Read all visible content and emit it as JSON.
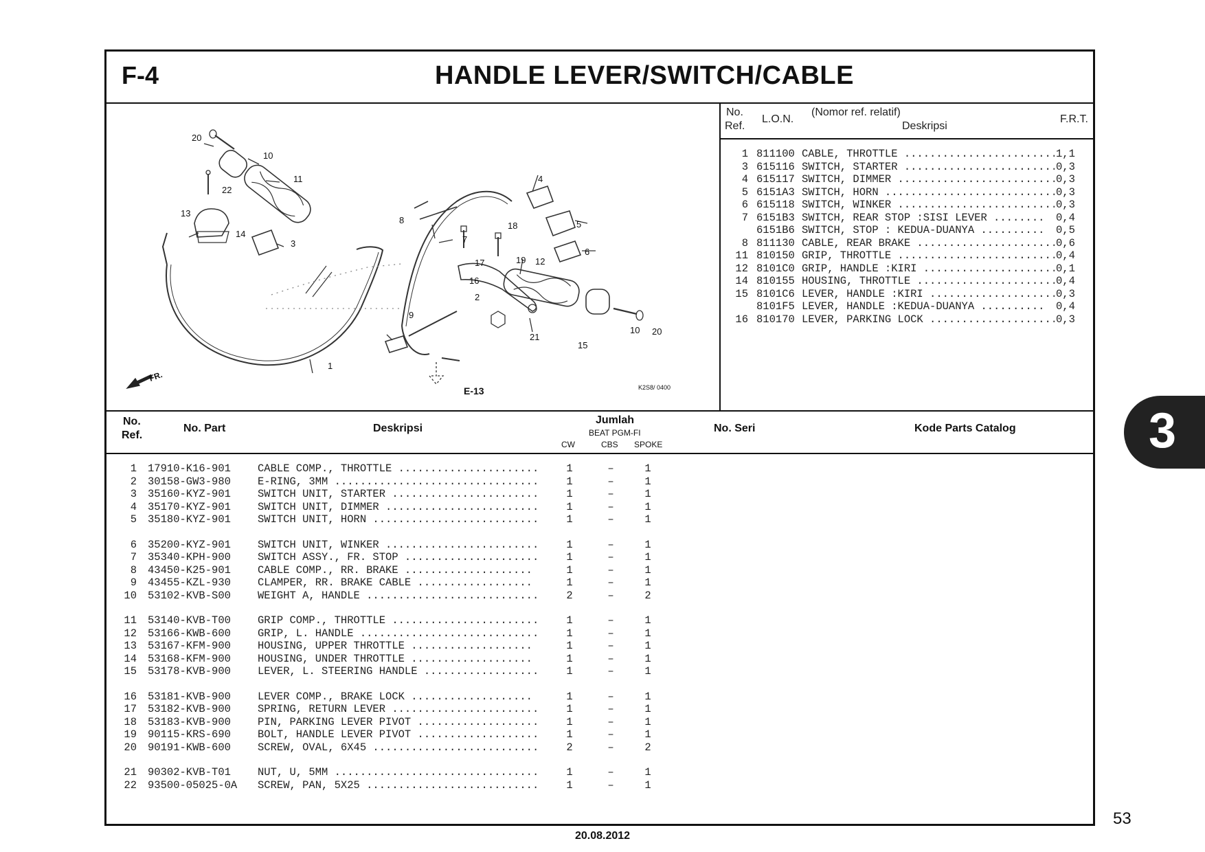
{
  "header": {
    "section_code": "F-4",
    "title": "HANDLE LEVER/SWITCH/CABLE"
  },
  "diagram": {
    "callouts": [
      "1",
      "2",
      "3",
      "4",
      "5",
      "6",
      "7",
      "8",
      "9",
      "10",
      "11",
      "12",
      "13",
      "14",
      "15",
      "16",
      "17",
      "18",
      "19",
      "20",
      "21",
      "22",
      "10",
      "20"
    ],
    "fr_label": "FR.",
    "ref_label": "E-13",
    "figure_code": "K2S8/ 0400"
  },
  "frt_table": {
    "headers": {
      "no": "No.",
      "ref": "Ref.",
      "lon": "L.O.N.",
      "note": "(Nomor ref. relatif)",
      "desc": "Deskripsi",
      "frt": "F.R.T."
    },
    "rows": [
      {
        "ref": "1",
        "lon": "811100",
        "desc": "CABLE, THROTTLE .........................",
        "frt": "1,1"
      },
      {
        "ref": "3",
        "lon": "615116",
        "desc": "SWITCH, STARTER .........................",
        "frt": "0,3"
      },
      {
        "ref": "4",
        "lon": "615117",
        "desc": "SWITCH, DIMMER ..........................",
        "frt": "0,3"
      },
      {
        "ref": "5",
        "lon": "6151A3",
        "desc": "SWITCH, HORN ............................",
        "frt": "0,3"
      },
      {
        "ref": "6",
        "lon": "615118",
        "desc": "SWITCH, WINKER ..........................",
        "frt": "0,3"
      },
      {
        "ref": "7",
        "lon": "6151B3",
        "desc": "SWITCH, REAR STOP :SISI LEVER ........",
        "frt": "0,4"
      },
      {
        "ref": "",
        "lon": "6151B6",
        "desc": "SWITCH, STOP : KEDUA-DUANYA ..........",
        "frt": "0,5"
      },
      {
        "ref": "8",
        "lon": "811130",
        "desc": "CABLE, REAR BRAKE .......................",
        "frt": "0,6"
      },
      {
        "ref": "11",
        "lon": "810150",
        "desc": "GRIP, THROTTLE ..........................",
        "frt": "0,4"
      },
      {
        "ref": "12",
        "lon": "8101C0",
        "desc": "GRIP, HANDLE :KIRI ......................",
        "frt": "0,1"
      },
      {
        "ref": "14",
        "lon": "810155",
        "desc": "HOUSING, THROTTLE .......................",
        "frt": "0,4"
      },
      {
        "ref": "15",
        "lon": "8101C6",
        "desc": "LEVER, HANDLE :KIRI .....................",
        "frt": "0,3"
      },
      {
        "ref": "",
        "lon": "8101F5",
        "desc": "LEVER, HANDLE :KEDUA-DUANYA ..........",
        "frt": "0,4"
      },
      {
        "ref": "16",
        "lon": "810170",
        "desc": "LEVER, PARKING LOCK .....................",
        "frt": "0,3"
      }
    ]
  },
  "parts_table": {
    "headers": {
      "no": "No.",
      "ref": "Ref.",
      "part_no": "No. Part",
      "desc": "Deskripsi",
      "jumlah": "Jumlah",
      "model": "BEAT PGM-FI",
      "cw": "CW",
      "cbs": "CBS",
      "spoke": "SPOKE",
      "serial": "No. Seri",
      "catalog": "Kode Parts Catalog"
    },
    "groups": [
      [
        {
          "ref": "1",
          "part": "17910-K16-901",
          "desc": "CABLE COMP., THROTTLE ......................",
          "cw": "1",
          "cbs": "–",
          "spoke": "1"
        },
        {
          "ref": "2",
          "part": "30158-GW3-980",
          "desc": "E-RING, 3MM ................................",
          "cw": "1",
          "cbs": "–",
          "spoke": "1"
        },
        {
          "ref": "3",
          "part": "35160-KYZ-901",
          "desc": "SWITCH UNIT, STARTER .......................",
          "cw": "1",
          "cbs": "–",
          "spoke": "1"
        },
        {
          "ref": "4",
          "part": "35170-KYZ-901",
          "desc": "SWITCH UNIT, DIMMER ........................",
          "cw": "1",
          "cbs": "–",
          "spoke": "1"
        },
        {
          "ref": "5",
          "part": "35180-KYZ-901",
          "desc": "SWITCH UNIT, HORN ..........................",
          "cw": "1",
          "cbs": "–",
          "spoke": "1"
        }
      ],
      [
        {
          "ref": "6",
          "part": "35200-KYZ-901",
          "desc": "SWITCH UNIT, WINKER ........................",
          "cw": "1",
          "cbs": "–",
          "spoke": "1"
        },
        {
          "ref": "7",
          "part": "35340-KPH-900",
          "desc": "SWITCH ASSY., FR. STOP .....................",
          "cw": "1",
          "cbs": "–",
          "spoke": "1"
        },
        {
          "ref": "8",
          "part": "43450-K25-901",
          "desc": "CABLE COMP., RR. BRAKE ....................",
          "cw": "1",
          "cbs": "–",
          "spoke": "1"
        },
        {
          "ref": "9",
          "part": "43455-KZL-930",
          "desc": "CLAMPER, RR. BRAKE CABLE ..................",
          "cw": "1",
          "cbs": "–",
          "spoke": "1"
        },
        {
          "ref": "10",
          "part": "53102-KVB-S00",
          "desc": "WEIGHT A, HANDLE ...........................",
          "cw": "2",
          "cbs": "–",
          "spoke": "2"
        }
      ],
      [
        {
          "ref": "11",
          "part": "53140-KVB-T00",
          "desc": "GRIP COMP., THROTTLE .......................",
          "cw": "1",
          "cbs": "–",
          "spoke": "1"
        },
        {
          "ref": "12",
          "part": "53166-KWB-600",
          "desc": "GRIP, L. HANDLE ............................",
          "cw": "1",
          "cbs": "–",
          "spoke": "1"
        },
        {
          "ref": "13",
          "part": "53167-KFM-900",
          "desc": "HOUSING, UPPER THROTTLE ...................",
          "cw": "1",
          "cbs": "–",
          "spoke": "1"
        },
        {
          "ref": "14",
          "part": "53168-KFM-900",
          "desc": "HOUSING, UNDER THROTTLE ...................",
          "cw": "1",
          "cbs": "–",
          "spoke": "1"
        },
        {
          "ref": "15",
          "part": "53178-KVB-900",
          "desc": "LEVER, L. STEERING HANDLE ..................",
          "cw": "1",
          "cbs": "–",
          "spoke": "1"
        }
      ],
      [
        {
          "ref": "16",
          "part": "53181-KVB-900",
          "desc": "LEVER COMP., BRAKE LOCK ...................",
          "cw": "1",
          "cbs": "–",
          "spoke": "1"
        },
        {
          "ref": "17",
          "part": "53182-KVB-900",
          "desc": "SPRING, RETURN LEVER .......................",
          "cw": "1",
          "cbs": "–",
          "spoke": "1"
        },
        {
          "ref": "18",
          "part": "53183-KVB-900",
          "desc": "PIN, PARKING LEVER PIVOT ...................",
          "cw": "1",
          "cbs": "–",
          "spoke": "1"
        },
        {
          "ref": "19",
          "part": "90115-KRS-690",
          "desc": "BOLT, HANDLE LEVER PIVOT ...................",
          "cw": "1",
          "cbs": "–",
          "spoke": "1"
        },
        {
          "ref": "20",
          "part": "90191-KWB-600",
          "desc": "SCREW, OVAL, 6X45 ..........................",
          "cw": "2",
          "cbs": "–",
          "spoke": "2"
        }
      ],
      [
        {
          "ref": "21",
          "part": "90302-KVB-T01",
          "desc": "NUT, U, 5MM ................................",
          "cw": "1",
          "cbs": "–",
          "spoke": "1"
        },
        {
          "ref": "22",
          "part": "93500-05025-0A",
          "desc": "SCREW, PAN, 5X25 ...........................",
          "cw": "1",
          "cbs": "–",
          "spoke": "1"
        }
      ]
    ]
  },
  "chapter_tab": "3",
  "page_number": "53",
  "footer_date": "20.08.2012"
}
